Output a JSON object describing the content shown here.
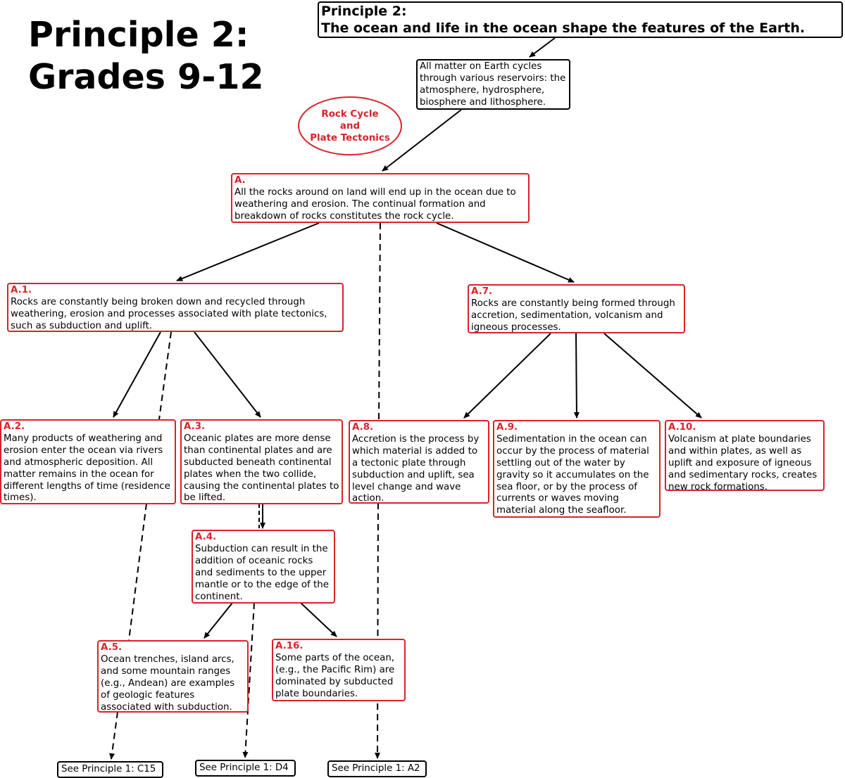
{
  "title": {
    "line1": "Principle 2:",
    "line2": "Grades 9-12"
  },
  "principle_box": {
    "line1": "Principle 2:",
    "line2": "The ocean and life in the ocean shape the features of the Earth."
  },
  "matter_box": "All matter on Earth cycles through various reservoirs: the atmosphere, hydrosphere, biosphere and lithosphere.",
  "topic": {
    "line1": "Rock Cycle",
    "line2": "and",
    "line3": "Plate Tectonics"
  },
  "nodes": {
    "A": {
      "id": "A.",
      "text": "All the rocks around on land will end up in the ocean due to weathering and erosion. The continual formation and breakdown of rocks constitutes the rock cycle."
    },
    "A1": {
      "id": "A.1.",
      "text": "Rocks are constantly being broken down and recycled through weathering, erosion and processes associated with plate tectonics, such as subduction and uplift."
    },
    "A7": {
      "id": "A.7.",
      "text": "Rocks are constantly being formed through accretion, sedimentation, volcanism and igneous processes."
    },
    "A2": {
      "id": "A.2.",
      "text": "Many products of weathering and erosion enter the ocean via rivers and atmospheric deposition. All matter remains in the ocean for different lengths of time (residence times)."
    },
    "A3": {
      "id": "A.3.",
      "text": "Oceanic plates are more dense than continental plates and are subducted beneath continental plates when the two collide, causing the continental plates to be lifted."
    },
    "A8": {
      "id": "A.8.",
      "text": "Accretion is the process by which material is added to a tectonic plate through subduction and uplift, sea level change and wave action."
    },
    "A9": {
      "id": "A.9.",
      "text": "Sedimentation in the ocean can occur by the process of material settling out of the water by gravity so it accumulates on the sea floor, or by the process of currents or waves moving material along the seafloor."
    },
    "A10": {
      "id": "A.10.",
      "text": "Volcanism at plate boundaries and within plates, as well as uplift and exposure of igneous and sedimentary rocks, creates new rock formations."
    },
    "A4": {
      "id": "A.4.",
      "text": "Subduction can result in the addition of oceanic rocks and sediments to the upper mantle or to the edge of the continent."
    },
    "A5": {
      "id": "A.5.",
      "text": "Ocean trenches, island arcs, and some mountain ranges (e.g., Andean) are examples of geologic features associated with subduction."
    },
    "A16": {
      "id": "A.16.",
      "text": "Some parts of the ocean, (e.g., the Pacific Rim) are dominated by subducted plate boundaries."
    }
  },
  "references": {
    "c15": "See Principle 1: C15",
    "d4": "See Principle 1: D4",
    "a2": "See Principle 1: A2"
  },
  "colors": {
    "accent": "#d8232a",
    "line": "#000000"
  }
}
